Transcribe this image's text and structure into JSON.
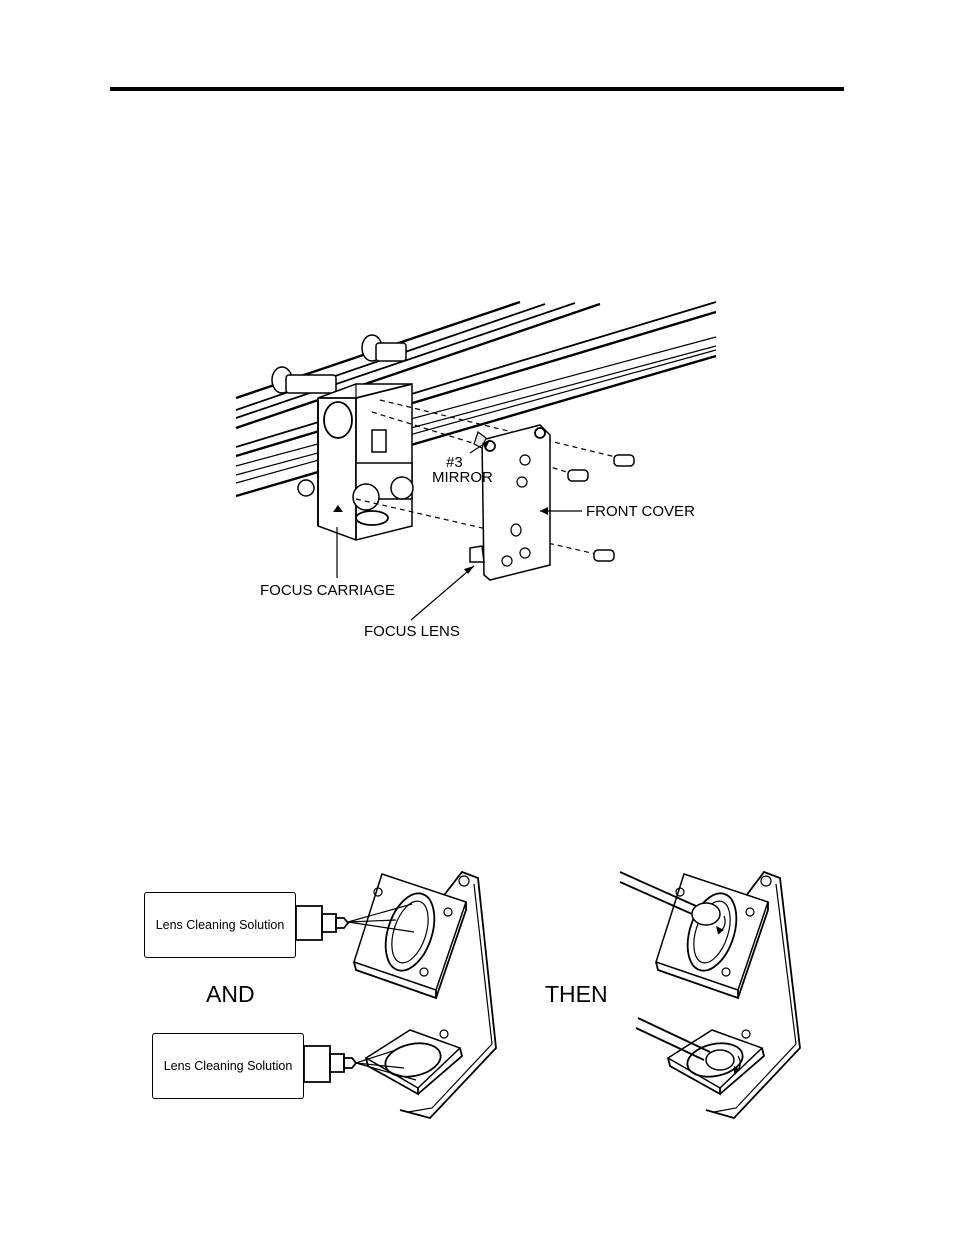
{
  "figure1": {
    "labels": {
      "mirror_line1": "#3",
      "mirror_line2": "MIRROR",
      "front_cover": "FRONT COVER",
      "focus_carriage": "FOCUS CARRIAGE",
      "focus_lens": "FOCUS LENS"
    }
  },
  "figure2": {
    "bottle_label_top": "Lens Cleaning Solution",
    "bottle_label_bottom": "Lens Cleaning Solution",
    "word_and": "AND",
    "word_then": "THEN"
  },
  "icons": [
    "focus-carriage-assembly",
    "rail",
    "thumb-screw",
    "front-cover-plate",
    "cleaning-bottle",
    "cotton-swab",
    "lens-holder"
  ]
}
